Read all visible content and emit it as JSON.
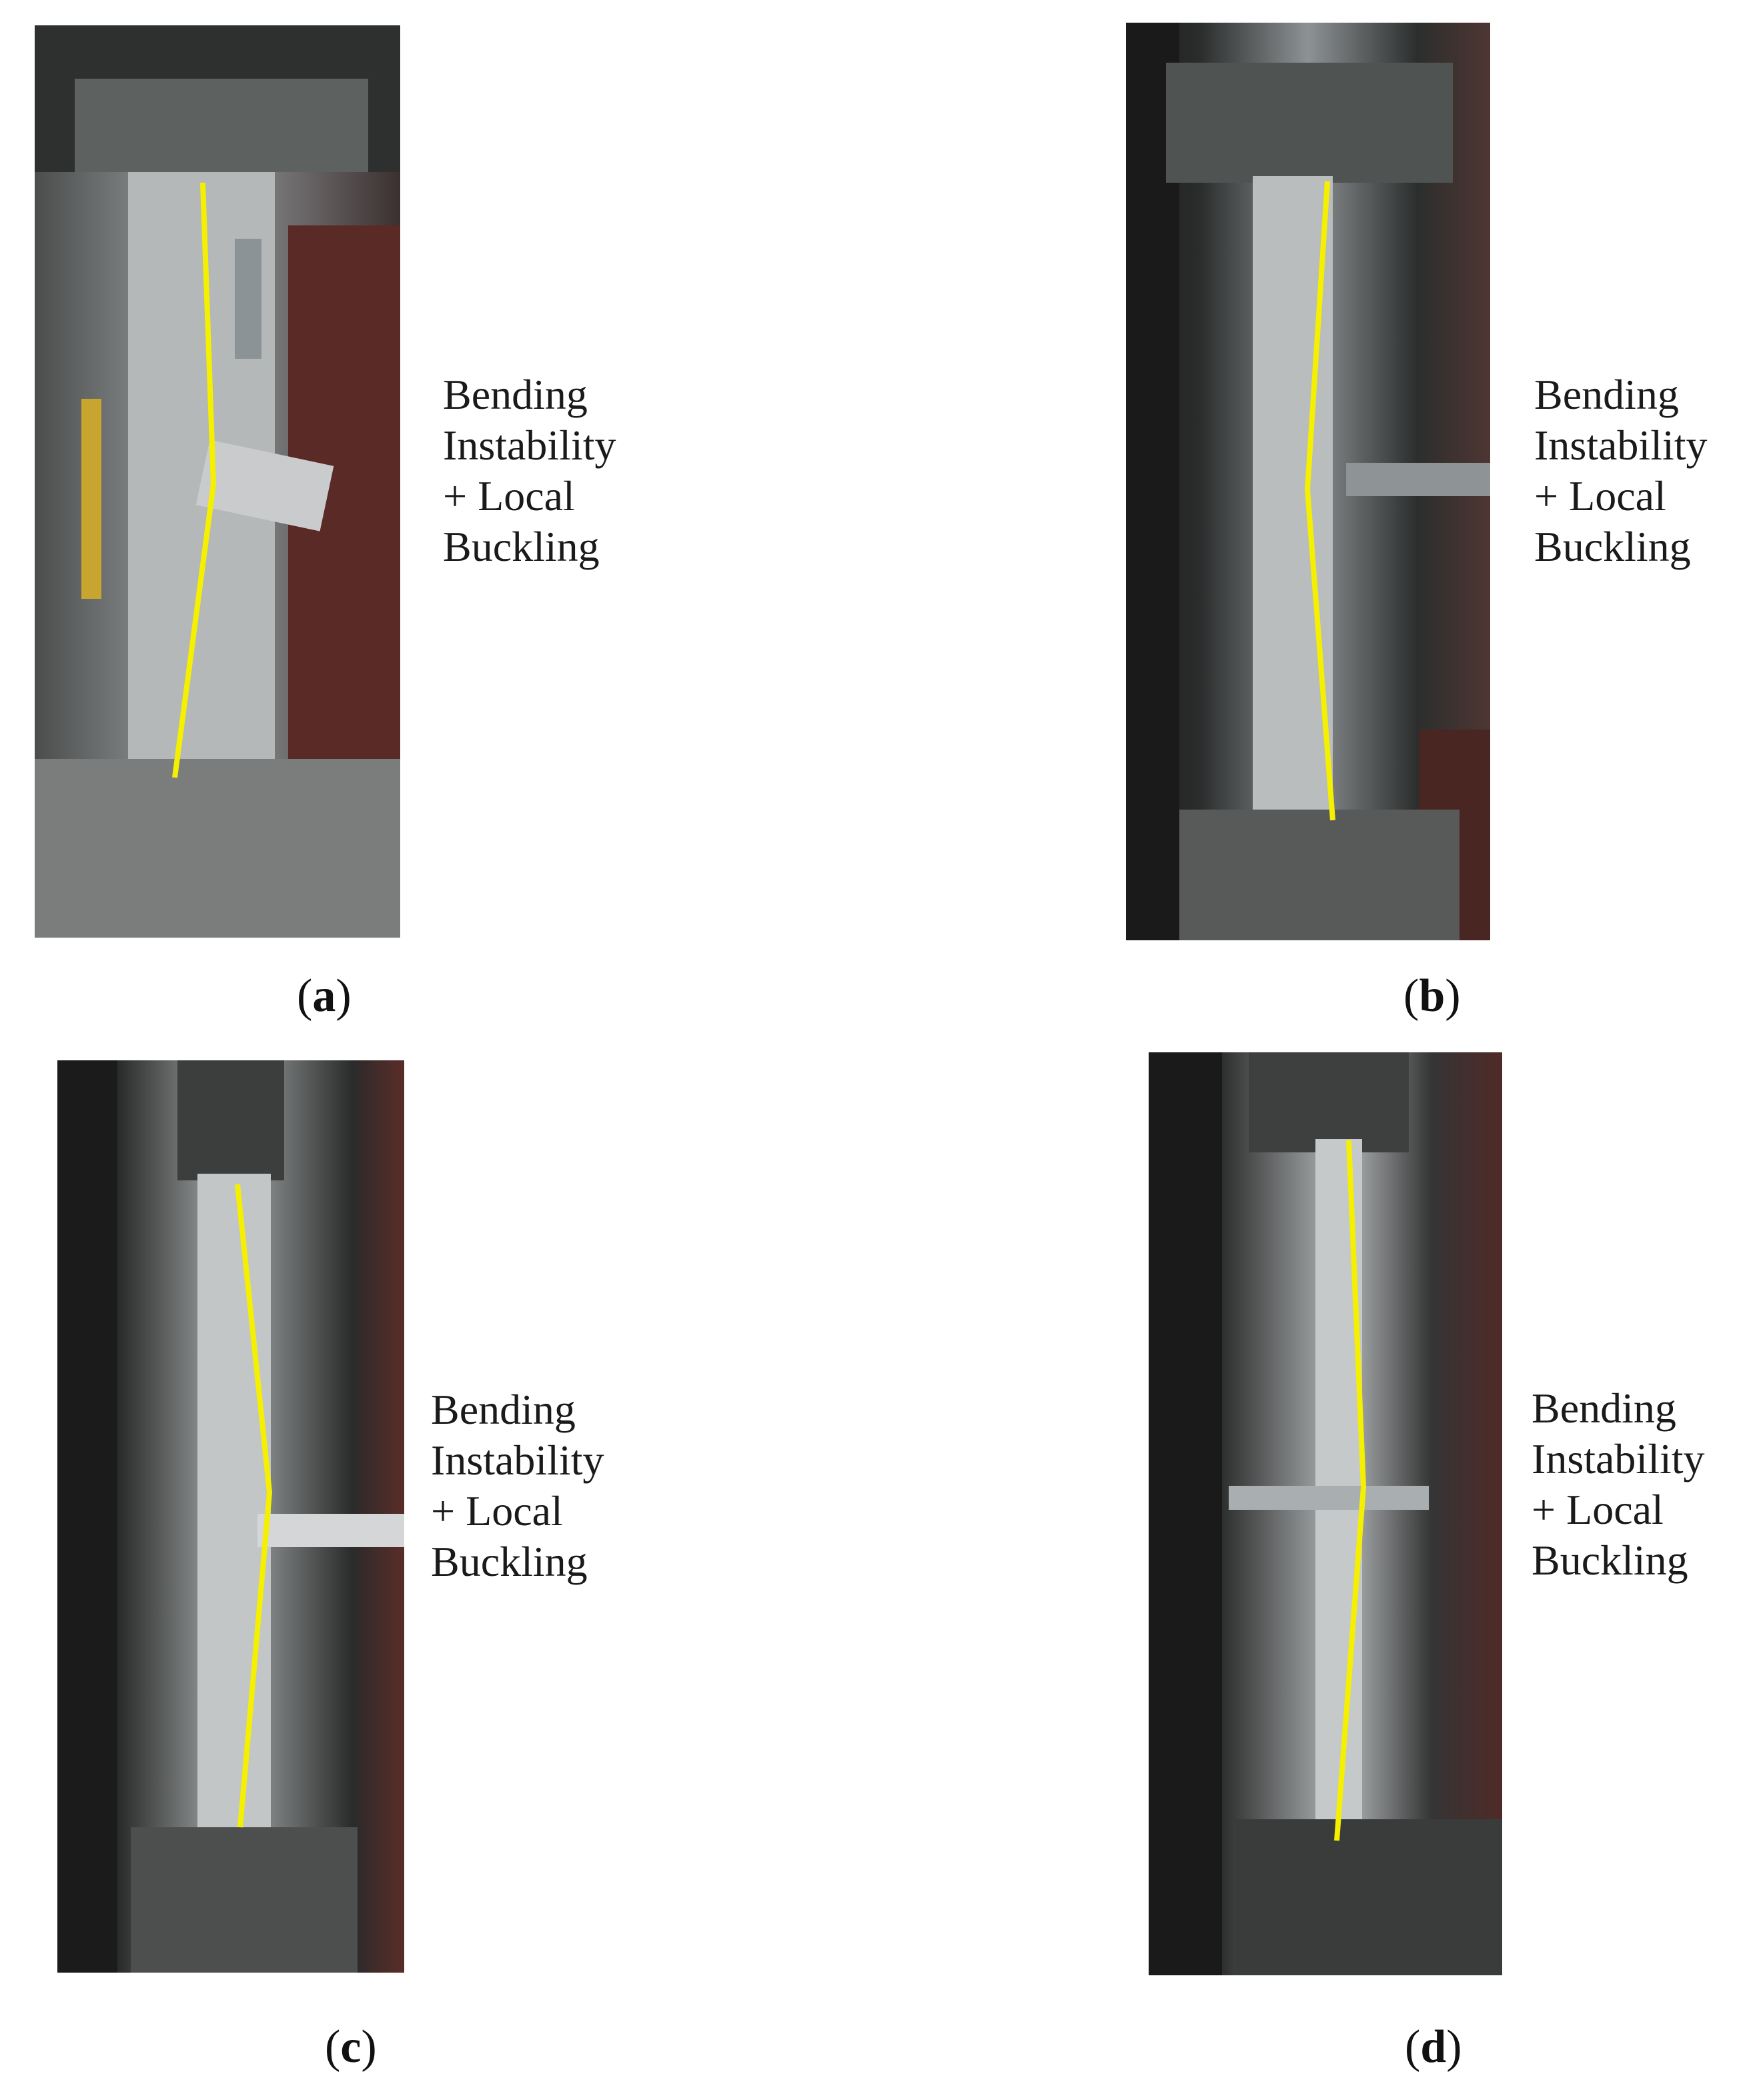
{
  "figure": {
    "panels": [
      {
        "id": "a",
        "annotation": [
          "Bending",
          "Instability",
          "+ Local",
          "Buckling"
        ],
        "label_open": "(",
        "label_letter": "a",
        "label_close": ")"
      },
      {
        "id": "b",
        "annotation": [
          "Bending",
          "Instability",
          "+ Local",
          "Buckling"
        ],
        "label_open": "(",
        "label_letter": "b",
        "label_close": ")"
      },
      {
        "id": "c",
        "annotation": [
          "Bending",
          "Instability",
          "+ Local",
          "Buckling"
        ],
        "label_open": "(",
        "label_letter": "c",
        "label_close": ")"
      },
      {
        "id": "d",
        "annotation": [
          "Bending",
          "Instability",
          "+ Local",
          "Buckling"
        ],
        "label_open": "(",
        "label_letter": "d",
        "label_close": ")"
      }
    ],
    "colors": {
      "deformation_line": "#f5f000",
      "background": "#ffffff"
    }
  }
}
